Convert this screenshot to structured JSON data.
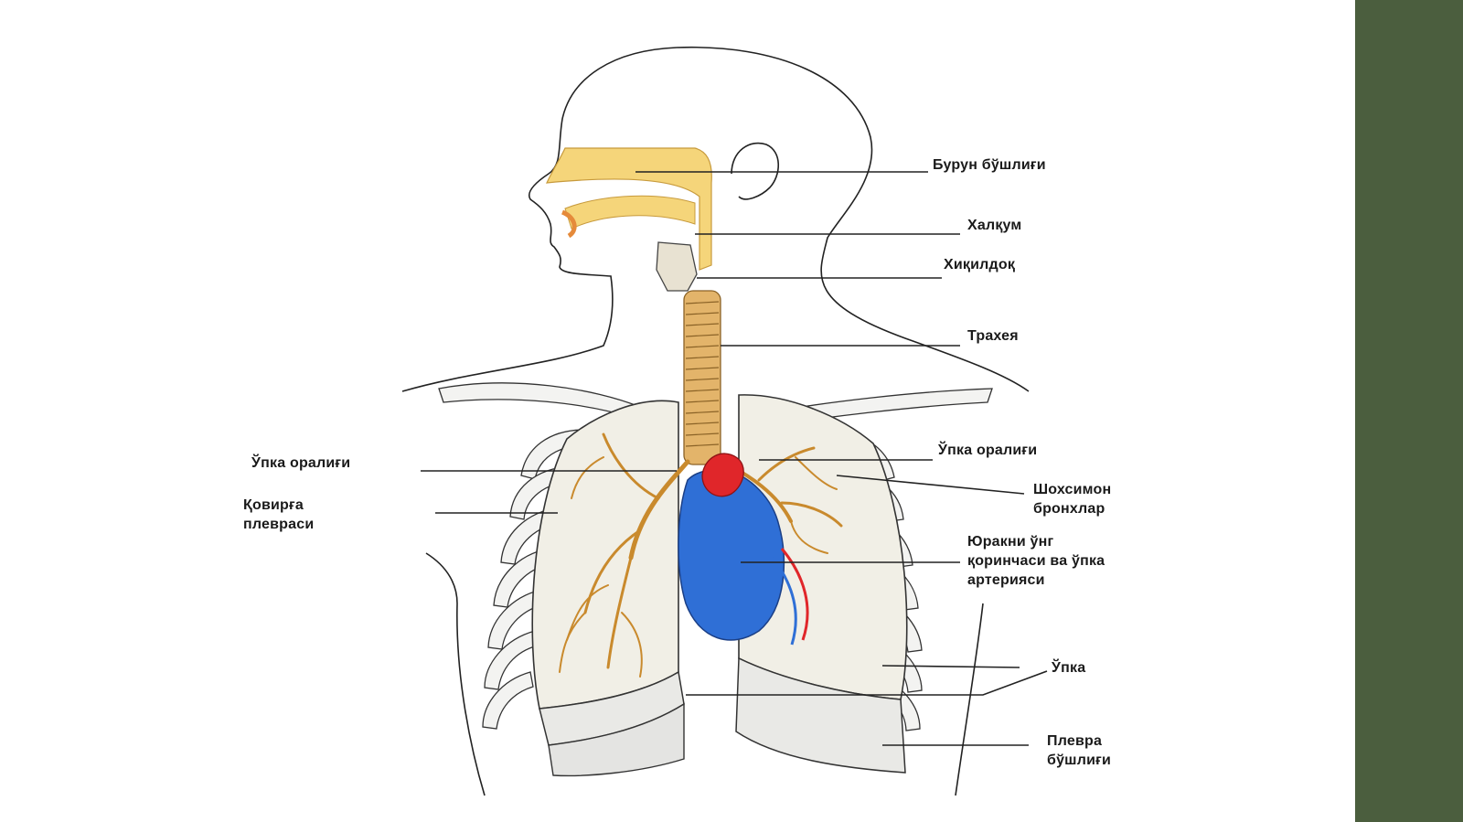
{
  "colors": {
    "background": "#ffffff",
    "side_panel": "#4b5e3e",
    "nasal_cavity": "#f5d57a",
    "trachea": "#e3b46a",
    "heart_blue": "#2f6fd6",
    "heart_red": "#e0262a",
    "bronchi": "#c98a2d"
  },
  "labels": {
    "nasal_cavity": "Бурун бўшлиғи",
    "pharynx": "Халқум",
    "larynx": "Хиқилдоқ",
    "trachea": "Трахея",
    "lung_space_right": "Ўпка оралиғи",
    "lung_space_left": "Ўпка оралиғи",
    "costal_pleura_1": "Қовирға",
    "costal_pleura_2": "плевраси",
    "bronchi_1": "Шохсимон",
    "bronchi_2": "бронхлар",
    "ventricle_1": "Юракни ўнг",
    "ventricle_2": "қоринчаси ва ўпка",
    "ventricle_3": "артерияси",
    "lung": "Ўпка",
    "pleural_cavity_1": "Плевра",
    "pleural_cavity_2": "бўшлиғи"
  },
  "icons": [
    "respiratory-system-illustration"
  ]
}
